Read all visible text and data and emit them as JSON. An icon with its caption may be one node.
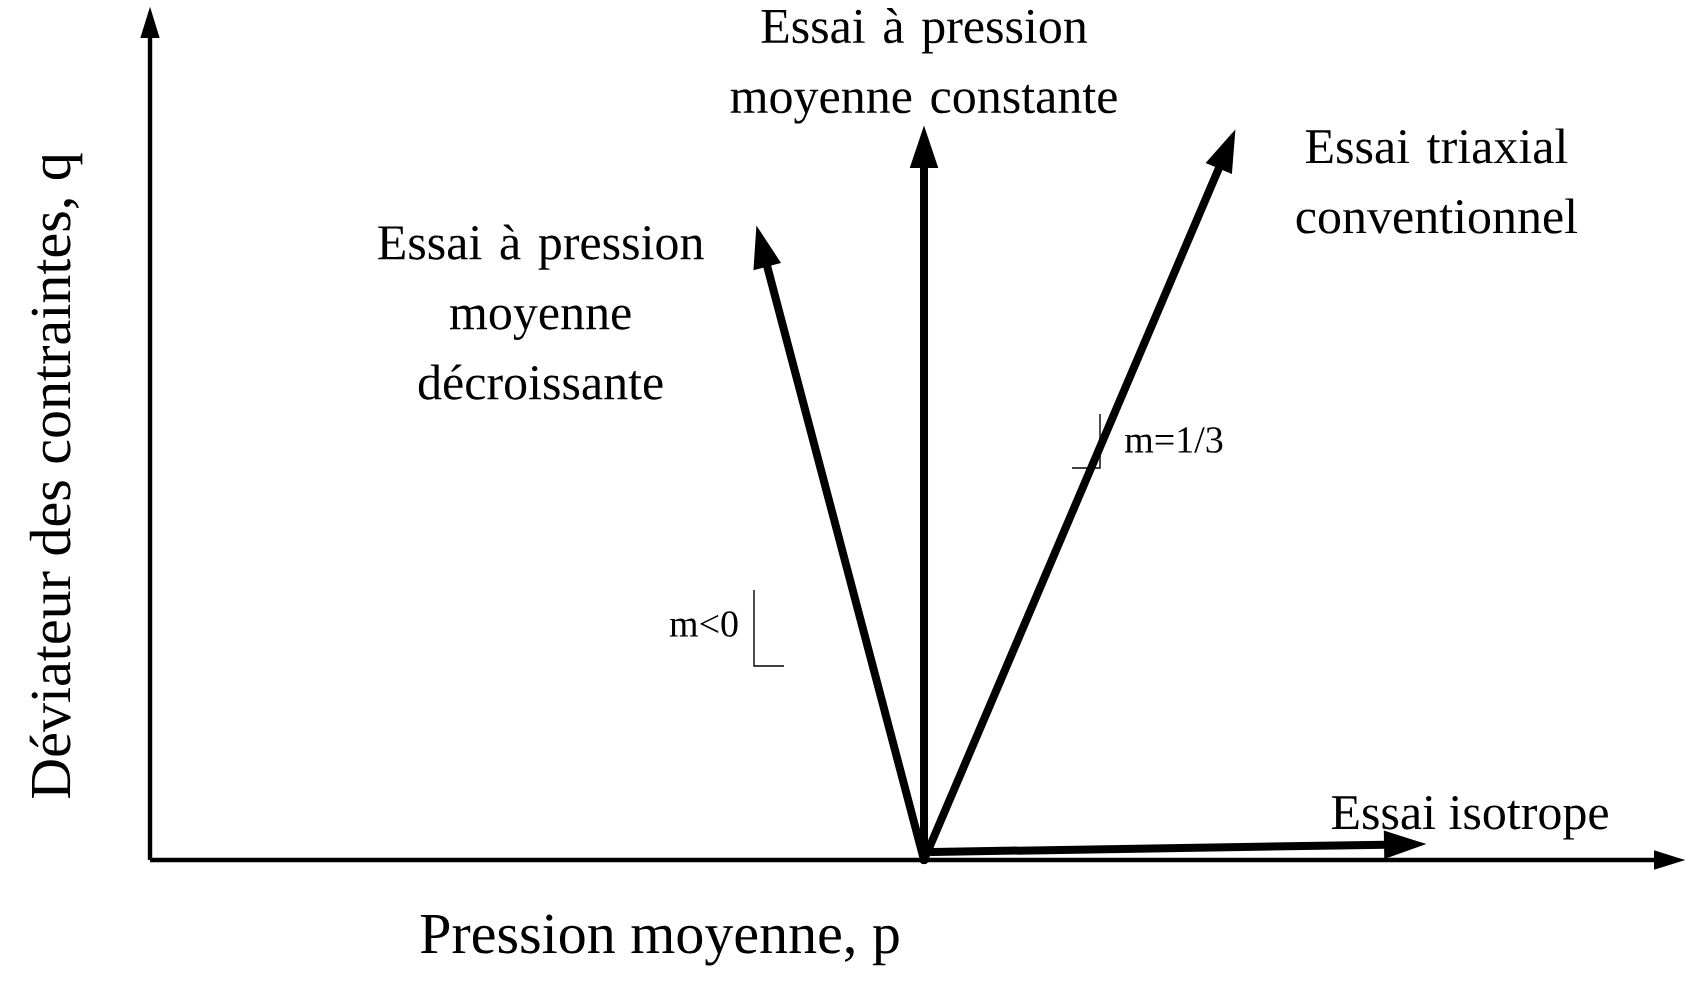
{
  "diagram": {
    "nodes": [
      {
        "text": [
          "Essai à pression moyenne décroissante"
        ]
      },
      {
        "text": [
          "Essai à pression moyenne constante"
        ]
      },
      {
        "text": [
          "Essai triaxial conventionnel"
        ]
      },
      {
        "text": [
          "Essai isotrope"
        ]
      }
    ],
    "edges": [
      {
        "from": null,
        "to": 0,
        "arrow": "to"
      },
      {
        "from": null,
        "to": 1,
        "arrow": "to"
      },
      {
        "from": null,
        "to": 2,
        "arrow": "to"
      },
      {
        "from": null,
        "to": 3,
        "arrow": "to"
      }
    ],
    "labels": [
      "Déviateur des contraintes, q",
      "m<0",
      "m=1/3",
      "Pression moyenne, p"
    ]
  }
}
